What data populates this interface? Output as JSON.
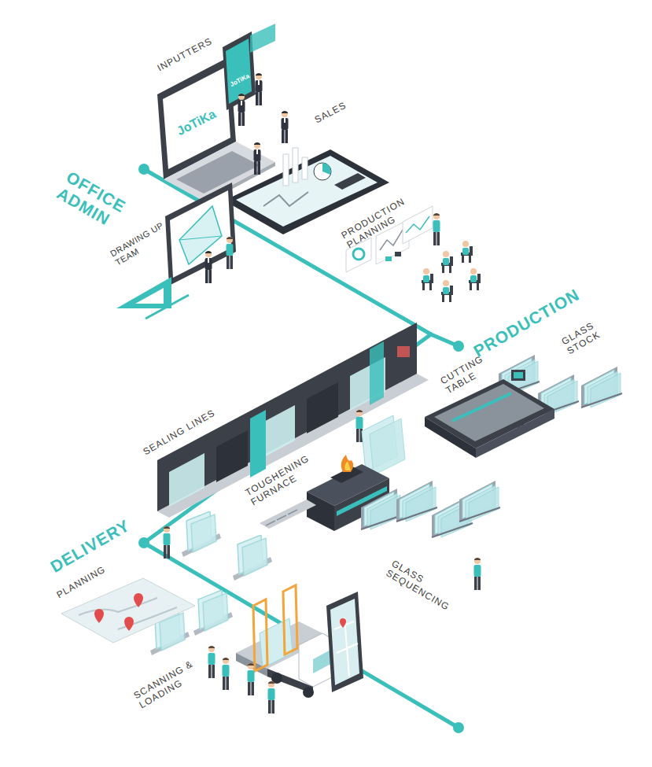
{
  "diagram": {
    "labels": [
      "INPUTTERS",
      "JoTiKa",
      "JoTiKa",
      "SALES",
      "OFFICE ADMIN",
      "DRAWING UP TEAM",
      "PRODUCTION PLANNING",
      "PRODUCTION",
      "GLASS STOCK",
      "CUTTING TABLE",
      "SEALING LINES",
      "TOUGHENING FURNACE",
      "DELIVERY",
      "GLASS SEQUENCING",
      "PLANNING",
      "SCANNING & LOADING"
    ]
  }
}
